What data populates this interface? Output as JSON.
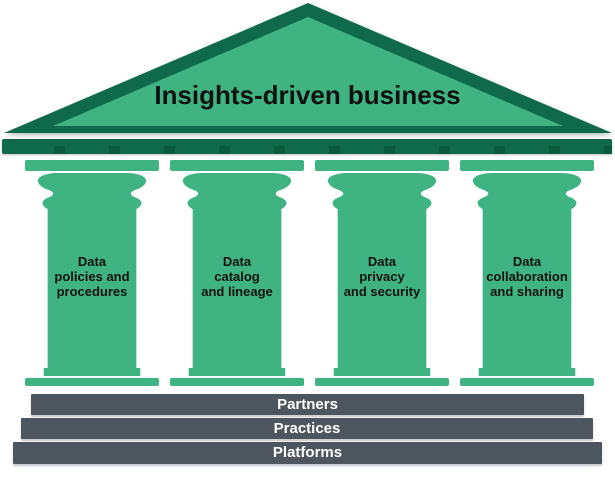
{
  "title": "Insights-driven business",
  "pillars": [
    {
      "lines": [
        "Data",
        "policies and",
        "procedures"
      ]
    },
    {
      "lines": [
        "Data",
        "catalog",
        "and lineage"
      ]
    },
    {
      "lines": [
        "Data",
        "privacy",
        "and security"
      ]
    },
    {
      "lines": [
        "Data",
        "collaboration",
        "and sharing"
      ]
    }
  ],
  "foundations": [
    {
      "label": "Partners"
    },
    {
      "label": "Practices"
    },
    {
      "label": "Platforms"
    }
  ],
  "colors": {
    "pillar_green": "#3fb381",
    "dark_green": "#0e6a4a",
    "dentil_tick_green": "#0a5a3e",
    "foundation_slate": "#4d565e",
    "title_text": "#111111",
    "foundation_text": "#ffffff",
    "background": "#ffffff"
  }
}
